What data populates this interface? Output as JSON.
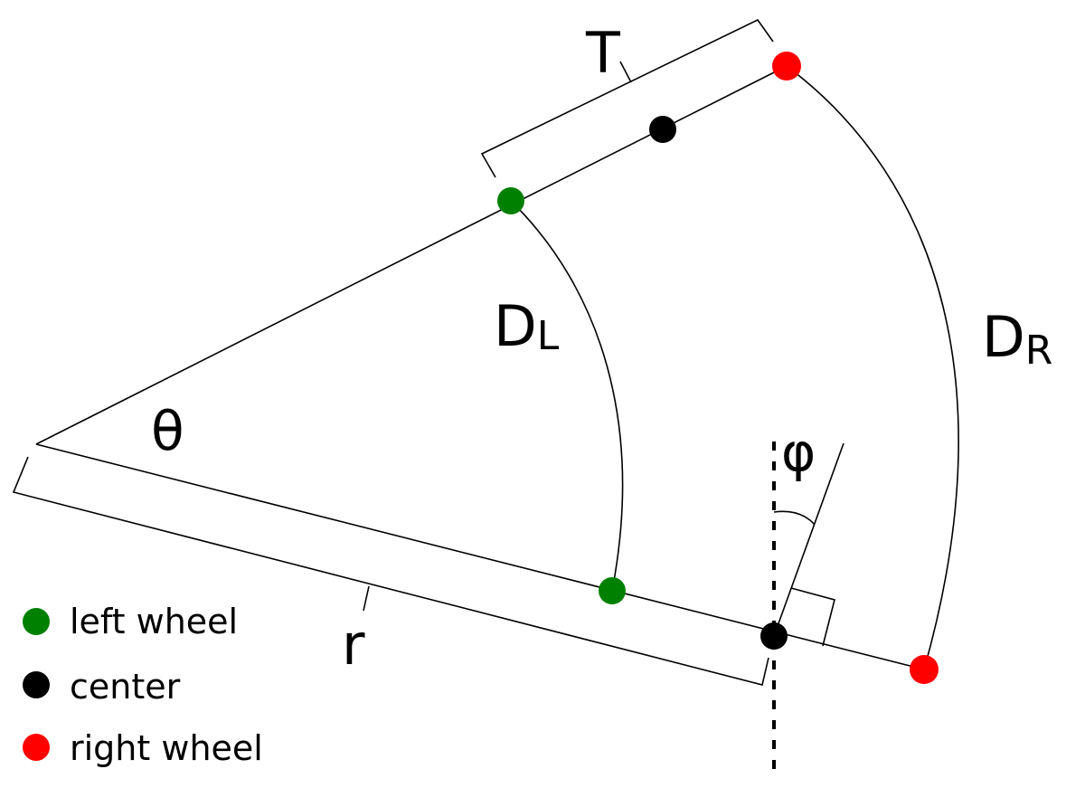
{
  "labels": {
    "track_width": "T",
    "left_distance": "D",
    "left_distance_sub": "L",
    "right_distance": "D",
    "right_distance_sub": "R",
    "angle": "θ",
    "heading": "φ",
    "radius": "r"
  },
  "legend": [
    {
      "label": "left wheel",
      "color": "#008000"
    },
    {
      "label": "center",
      "color": "#000000"
    },
    {
      "label": "right wheel",
      "color": "#ff0000"
    }
  ]
}
